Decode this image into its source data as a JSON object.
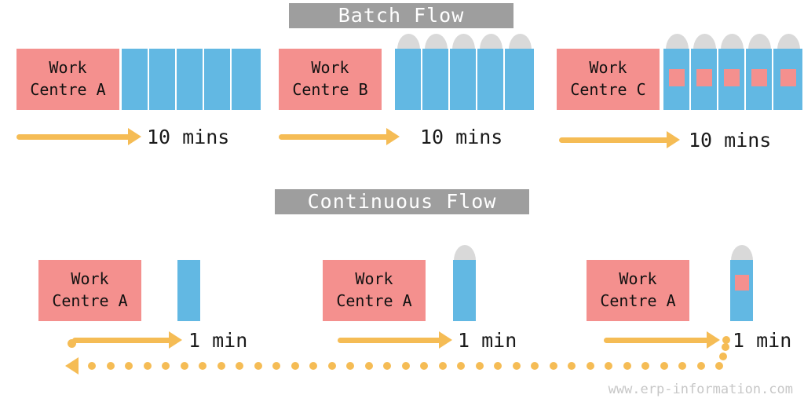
{
  "sections": [
    {
      "id": "batch",
      "title": "Batch Flow",
      "groups": [
        {
          "box_line1": "Work",
          "box_line2": "Centre A",
          "units": 5,
          "has_cap": false,
          "has_chip": false,
          "time_label": "10 mins"
        },
        {
          "box_line1": "Work",
          "box_line2": "Centre B",
          "units": 5,
          "has_cap": true,
          "has_chip": false,
          "time_label": "10 mins"
        },
        {
          "box_line1": "Work",
          "box_line2": "Centre C",
          "units": 5,
          "has_cap": true,
          "has_chip": true,
          "time_label": "10 mins"
        }
      ]
    },
    {
      "id": "continuous",
      "title": "Continuous Flow",
      "groups": [
        {
          "box_line1": "Work",
          "box_line2": "Centre A",
          "units": 1,
          "has_cap": false,
          "has_chip": false,
          "time_label": "1 min"
        },
        {
          "box_line1": "Work",
          "box_line2": "Centre A",
          "units": 1,
          "has_cap": true,
          "has_chip": false,
          "time_label": "1 min"
        },
        {
          "box_line1": "Work",
          "box_line2": "Centre A",
          "units": 1,
          "has_cap": true,
          "has_chip": true,
          "time_label": "1 min"
        }
      ]
    }
  ],
  "colors": {
    "work_centre": "#f4908e",
    "product": "#62b8e3",
    "cap": "#d9d9d9",
    "chip": "#f4908e",
    "arrow": "#f5bc55",
    "banner": "#9e9e9e",
    "banner_text": "#ffffff",
    "background": "#ffffff"
  },
  "watermark": "www.erp-information.com"
}
